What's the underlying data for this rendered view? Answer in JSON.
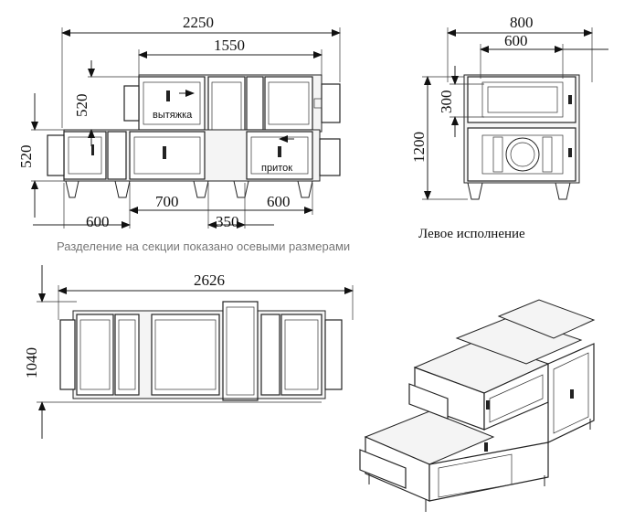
{
  "front_view": {
    "dims": {
      "total_length": "2250",
      "upper_length": "1550",
      "upper_height": "520",
      "lower_height": "520",
      "seg_left": "600",
      "seg_mid": "700",
      "seg_small": "350",
      "seg_right": "600"
    },
    "labels": {
      "exhaust": "вытяжка",
      "supply": "приток"
    }
  },
  "side_view": {
    "dims": {
      "width_outer": "800",
      "width_inner": "600",
      "height_total": "1200",
      "height_top": "300"
    }
  },
  "top_view": {
    "dims": {
      "length": "2626",
      "width": "1040"
    }
  },
  "notes": {
    "section_note": "Разделение на секции показано осевыми размерами",
    "variant": "Левое исполнение"
  }
}
